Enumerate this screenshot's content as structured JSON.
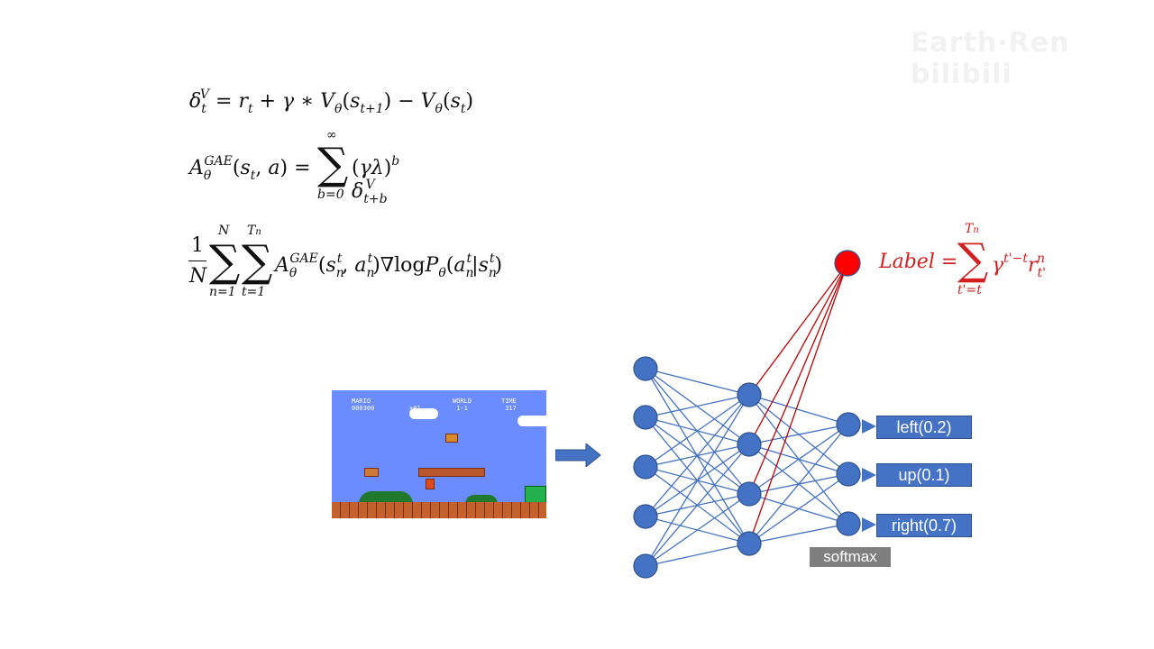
{
  "watermark": "Earth·Ren bilibili",
  "equations": {
    "td_error": "δ_t^V = r_t + γ * V_θ(s_{t+1}) − V_θ(s_t)",
    "gae": "A_θ^{GAE}(s_t, a) = Σ_{b=0}^{∞} (γλ)^b δ_{t+b}^V",
    "policy_gradient": "1/N Σ_{n=1}^{N} Σ_{t=1}^{T_n} A_θ^{GAE}(s_n^t, a_n^t) ∇logP_θ(a_n^t|s_n^t)",
    "label": "Label = Σ_{t'=t}^{T_n} γ^{t'−t} r_{t'}^n"
  },
  "game_screen": {
    "hud": [
      "MARIO",
      "000300",
      "×01",
      "WORLD",
      "1-1",
      "TIME",
      "317"
    ]
  },
  "outputs": [
    {
      "label": "left(0.2)"
    },
    {
      "label": "up(0.1)"
    },
    {
      "label": "right(0.7)"
    }
  ],
  "softmax_label": "softmax",
  "colors": {
    "node": "#4472c4",
    "edge": "#4472c4",
    "value_node": "#ff0000",
    "value_edge": "#c00000",
    "label_text": "#d21f1f"
  }
}
